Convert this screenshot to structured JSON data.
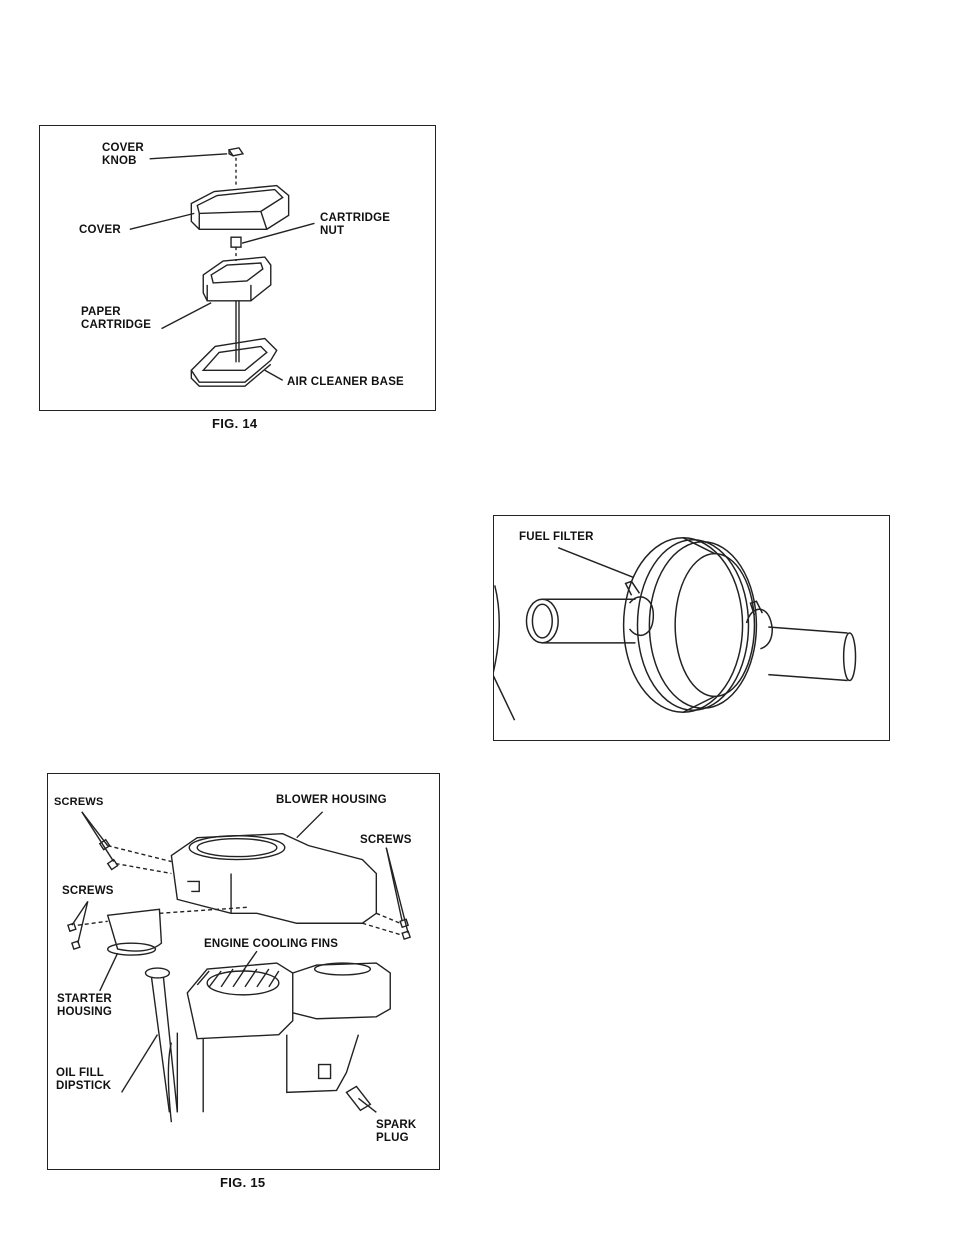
{
  "fig14": {
    "caption": "FIG. 14",
    "labels": {
      "cover_knob": [
        "COVER",
        "KNOB"
      ],
      "cover": "COVER",
      "cartridge_nut": [
        "CARTRIDGE",
        "NUT"
      ],
      "paper_cartridge": [
        "PAPER",
        "CARTRIDGE"
      ],
      "air_cleaner_base": "AIR CLEANER BASE"
    }
  },
  "fuel_filter_fig": {
    "labels": {
      "fuel_filter": "FUEL FILTER"
    }
  },
  "fig15": {
    "caption": "FIG. 15",
    "labels": {
      "screws_top_left": "SCREWS",
      "blower_housing": "BLOWER HOUSING",
      "screws_right": "SCREWS",
      "screws_left": "SCREWS",
      "engine_cooling_fins": "ENGINE COOLING FINS",
      "starter_housing": [
        "STARTER",
        "HOUSING"
      ],
      "oil_fill_dipstick": [
        "OIL FILL",
        "DIPSTICK"
      ],
      "spark_plug": [
        "SPARK",
        "PLUG"
      ]
    }
  }
}
